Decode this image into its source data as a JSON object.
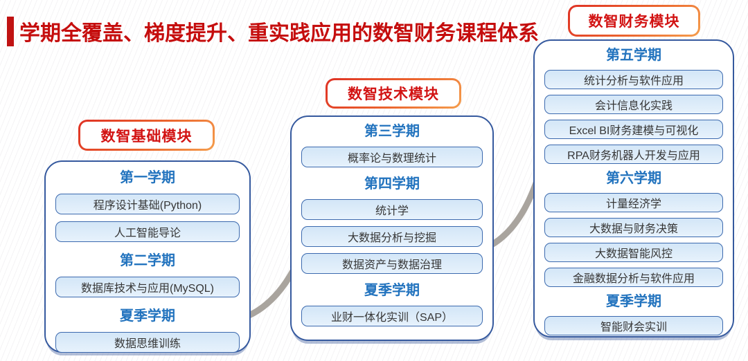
{
  "title": "学期全覆盖、梯度提升、重实践应用的数智财务课程体系",
  "colors": {
    "title_red": "#C50D0D",
    "label_border_red": "#DF3124",
    "label_border_orange": "#F59E4D",
    "semester_blue": "#2273BE",
    "container_border_blue": "#35599E",
    "course_fill_blue": "#D9E9F8",
    "course_border_blue": "#3B69AE",
    "connector_gray": "#A9A49E"
  },
  "modules": [
    {
      "label": "数智基础模块",
      "sections": [
        {
          "semester": "第一学期",
          "courses": [
            "程序设计基础(Python)",
            "人工智能导论"
          ]
        },
        {
          "semester": "第二学期",
          "courses": [
            "数据库技术与应用(MySQL)"
          ]
        },
        {
          "semester": "夏季学期",
          "courses": [
            "数据思维训练"
          ]
        }
      ]
    },
    {
      "label": "数智技术模块",
      "sections": [
        {
          "semester": "第三学期",
          "courses": [
            "概率论与数理统计"
          ]
        },
        {
          "semester": "第四学期",
          "courses": [
            "统计学",
            "大数据分析与挖掘",
            "数据资产与数据治理"
          ]
        },
        {
          "semester": "夏季学期",
          "courses": [
            "业财一体化实训（SAP）"
          ]
        }
      ]
    },
    {
      "label": "数智财务模块",
      "sections": [
        {
          "semester": "第五学期",
          "courses": [
            "统计分析与软件应用",
            "会计信息化实践",
            "Excel BI财务建模与可视化",
            "RPA财务机器人开发与应用"
          ]
        },
        {
          "semester": "第六学期",
          "courses": [
            "计量经济学",
            "大数据与财务决策",
            "大数据智能风控",
            "金融数据分析与软件应用"
          ]
        },
        {
          "semester": "夏季学期",
          "courses": [
            "智能财会实训"
          ]
        }
      ]
    }
  ]
}
